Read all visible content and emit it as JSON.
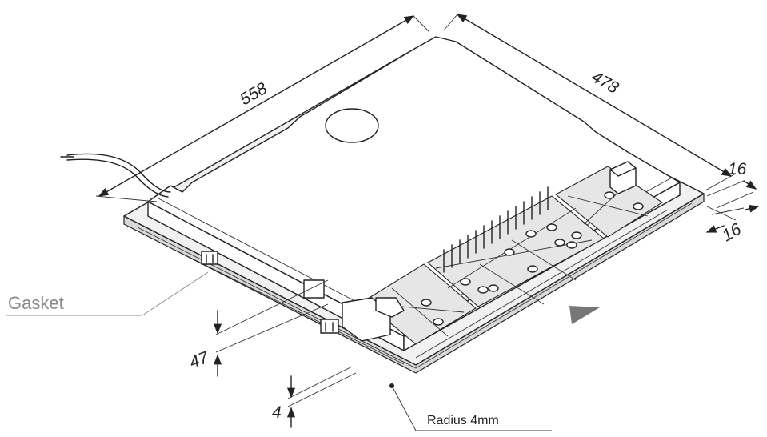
{
  "dimensions": {
    "width": "558",
    "depth": "478",
    "thickness_top": "16",
    "thickness_bottom": "16",
    "height": "47",
    "glass": "4"
  },
  "labels": {
    "gasket": "Gasket",
    "radius": "Radius 4mm"
  },
  "colors": {
    "line": "#222222",
    "label_grey": "#888888",
    "glass_fill": "#f1f1f1"
  }
}
